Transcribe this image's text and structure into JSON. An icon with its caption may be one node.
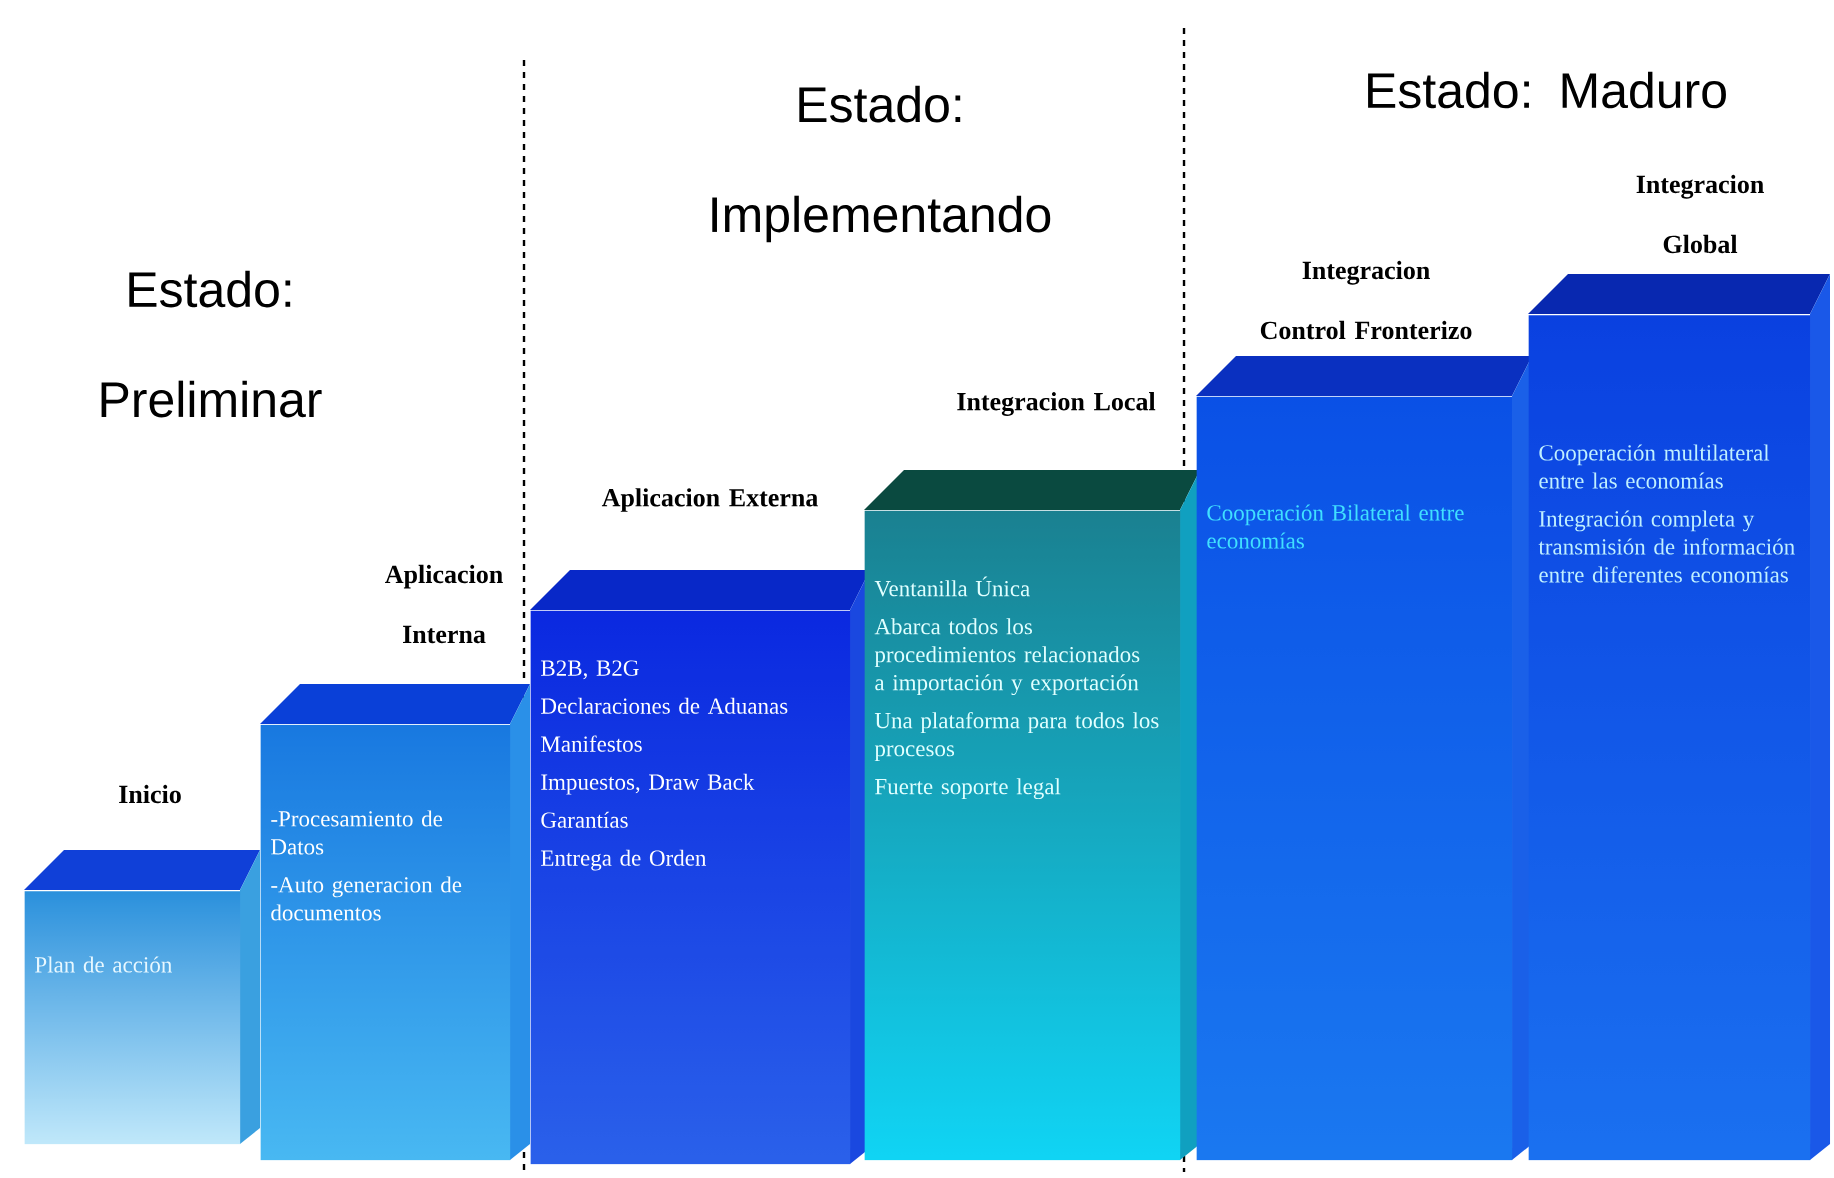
{
  "diagram": {
    "nodes": [
      {
        "text": [
          "Inicio",
          "Plan de acción"
        ]
      },
      {
        "text": [
          "Aplicacion Interna",
          "-Procesamiento de Datos",
          "-Auto generacion de documentos"
        ]
      },
      {
        "text": [
          "Aplicacion Externa",
          "B2B, B2G",
          "Declaraciones de Aduanas",
          "Manifestos",
          "Impuestos, Draw Back",
          "Garantías",
          "Entrega de Orden"
        ]
      },
      {
        "text": [
          "Integracion Local",
          "Ventanilla Única",
          "Abarca todos los procedimientos relacionados a importación y exportación",
          "Una plataforma para todos los procesos",
          "Fuerte soporte legal"
        ]
      },
      {
        "text": [
          "Integracion Control Fronterizo",
          "Cooperación Bilateral entre economías"
        ]
      },
      {
        "text": [
          "Integracion Global",
          "Cooperación multilateral entre las economías",
          "Integración completa y transmisión de información entre diferentes economías"
        ]
      }
    ],
    "labels": [
      "Estado: Preliminar",
      "Estado: Implementando",
      "Estado: Maduro"
    ]
  }
}
